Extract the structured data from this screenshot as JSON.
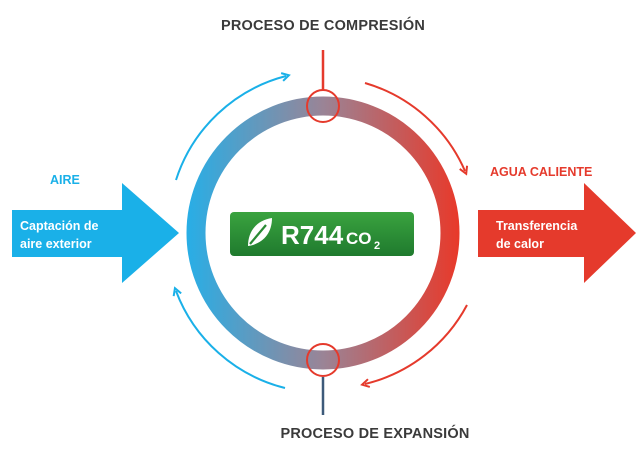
{
  "labels": {
    "top": "PROCESO DE COMPRESIÓN",
    "bottom": "PROCESO DE EXPANSIÓN",
    "left_title": "AIRE",
    "right_title": "AGUA CALIENTE"
  },
  "left_arrow": {
    "line1": "Captación de",
    "line2": "aire exterior"
  },
  "right_arrow": {
    "line1": "Transferencia",
    "line2": "de calor"
  },
  "badge": {
    "main": "R744",
    "co": "CO",
    "sub": "2",
    "icon": "leaf-icon"
  },
  "colors": {
    "blue": "#1ab0e8",
    "red": "#e53a2c",
    "green": "#2e8b3a",
    "text_dark": "#3a3a3a"
  }
}
